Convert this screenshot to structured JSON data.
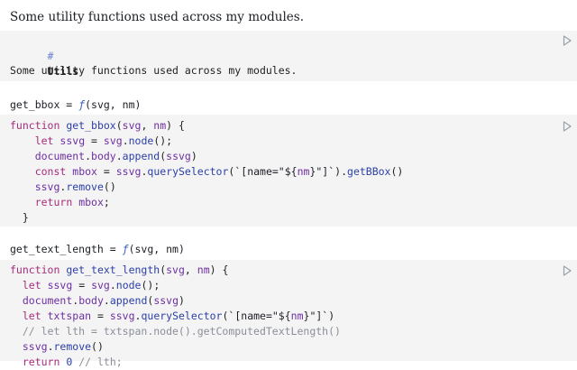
{
  "intro": {
    "text": "Some utility functions used across my modules."
  },
  "markdown_cell": {
    "hash": "#",
    "heading": "Utils",
    "body": "Some utility functions used across my modules."
  },
  "bbox_cell": {
    "output_name": "get_bbox = ",
    "output_f": "ƒ",
    "output_args": "(svg, nm)",
    "lines": [
      "function get_bbox(svg, nm) {",
      "    let ssvg = svg.node();",
      "    document.body.append(ssvg)",
      "    const mbox = ssvg.querySelector(`[name=\"${nm}\"]`).getBBox()",
      "    ssvg.remove()",
      "    return mbox;",
      "  }"
    ]
  },
  "text_length_cell": {
    "output_name": "get_text_length = ",
    "output_f": "ƒ",
    "output_args": "(svg, nm)",
    "lines": [
      "function get_text_length(svg, nm) {",
      "  let ssvg = svg.node();",
      "  document.body.append(ssvg)",
      "  let txtspan = ssvg.querySelector(`[name=\"${nm}\"]`)",
      "  // let lth = txtspan.node().getComputedTextLength()",
      "  ssvg.remove()",
      "  return 0 // lth;"
    ]
  },
  "icons": {
    "run": "play-outline-icon"
  },
  "colors": {
    "cell_bg": "#f4f4f5",
    "keyword": "#a62c7b",
    "function": "#2b3fa8",
    "comment": "#8a8f97"
  }
}
